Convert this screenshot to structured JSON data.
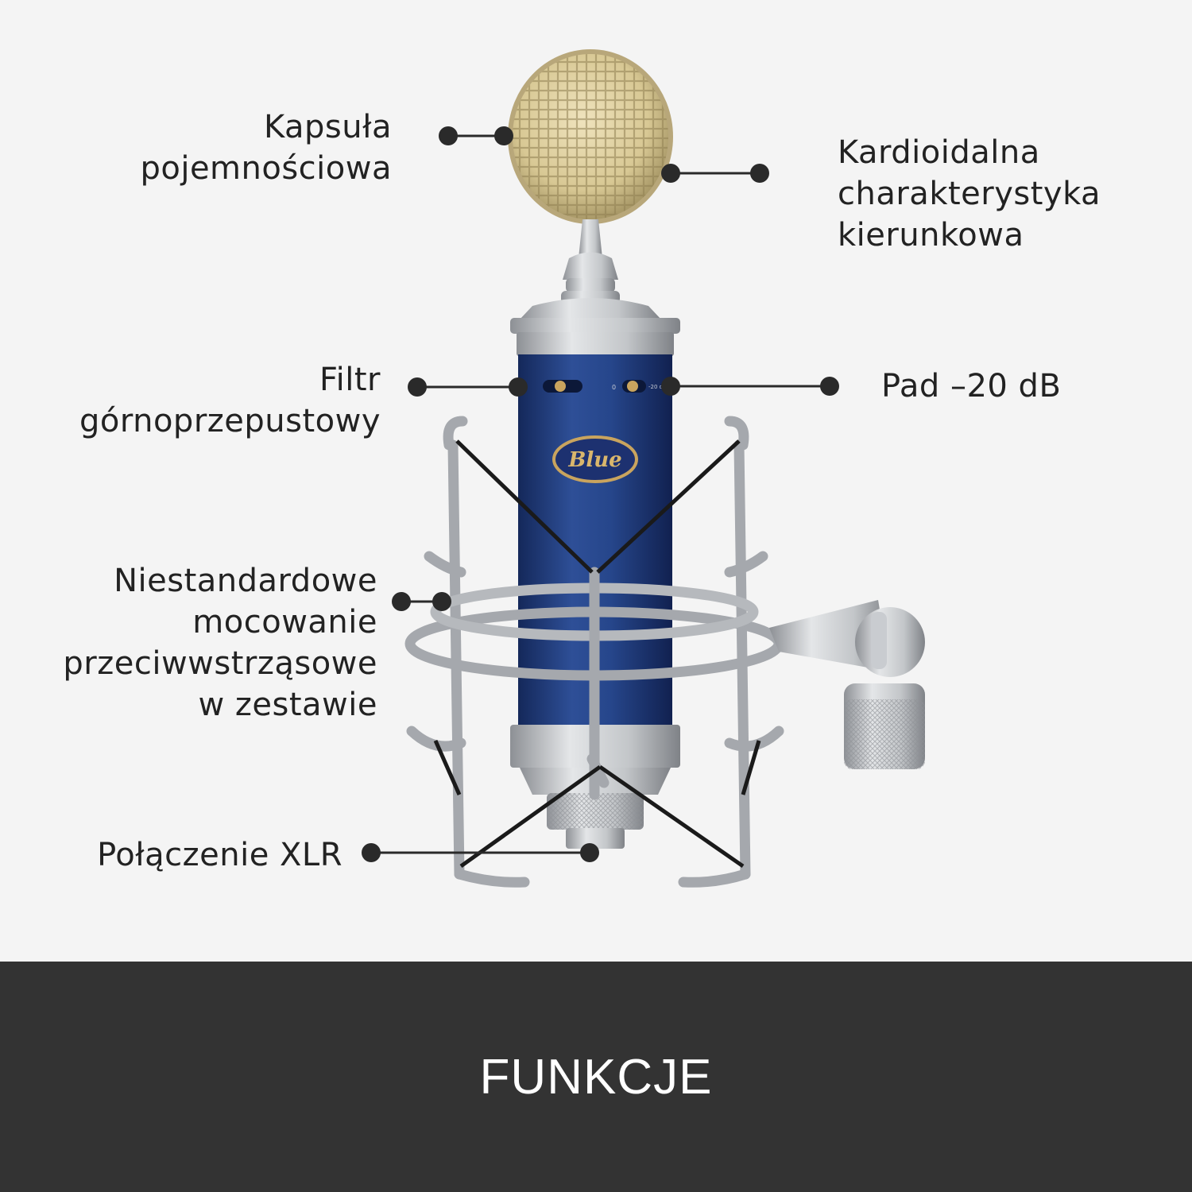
{
  "callouts": {
    "capsule": "Kapsuła\npojemnościowa",
    "cardioid": "Kardioidalna\ncharakterystyka\nkierunkowa",
    "filter": "Filtr\ngórnoprzepustowy",
    "pad": "Pad –20 dB",
    "shockmount": "Niestandardowe\nmocowanie\nprzeciwwstrząsowe\nw zestawie",
    "xlr": "Połączenie XLR"
  },
  "mic": {
    "logo": "Blue",
    "switch_right_label": "-20 dB",
    "switch_zero_label": "0"
  },
  "footer": {
    "title": "FUNKCJE"
  },
  "colors": {
    "background": "#f4f4f4",
    "footer": "#333333",
    "mic_body": "#1f3a78",
    "metal": "#b9bcc0",
    "callout": "#2a2a2a"
  }
}
